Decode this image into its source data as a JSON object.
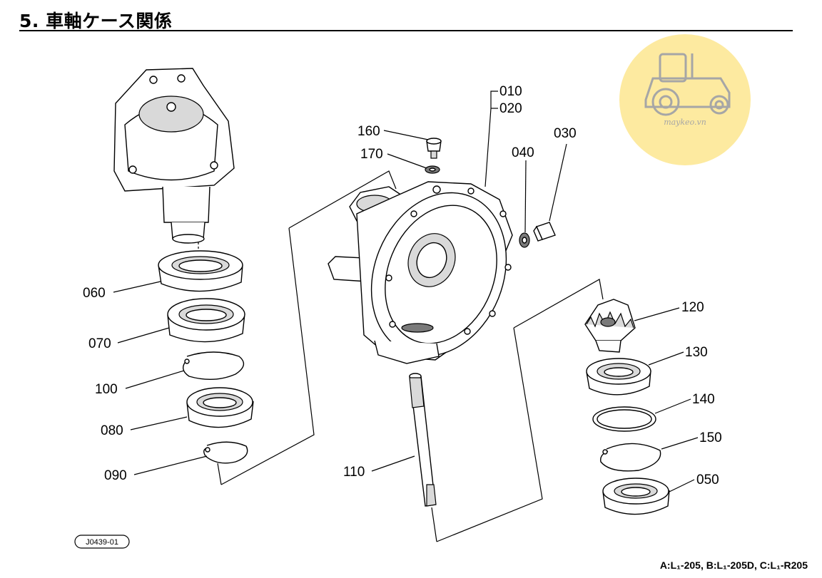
{
  "title": "5. 車軸ケース関係",
  "figure_code": "J0439-01",
  "footer": "A:L₁-205, B:L₁-205D, C:L₁-R205",
  "watermark_text": "maykeo.vn",
  "labels": {
    "p010": "010",
    "p020": "020",
    "p160": "160",
    "p170": "170",
    "p040": "040",
    "p030": "030",
    "p060": "060",
    "p070": "070",
    "p100": "100",
    "p080": "080",
    "p090": "090",
    "p110": "110",
    "p120": "120",
    "p130": "130",
    "p140": "140",
    "p150": "150",
    "p050": "050"
  },
  "colors": {
    "line": "#000000",
    "watermark": "#fdeaa0",
    "watermark_icon": "#a6a6a6"
  }
}
